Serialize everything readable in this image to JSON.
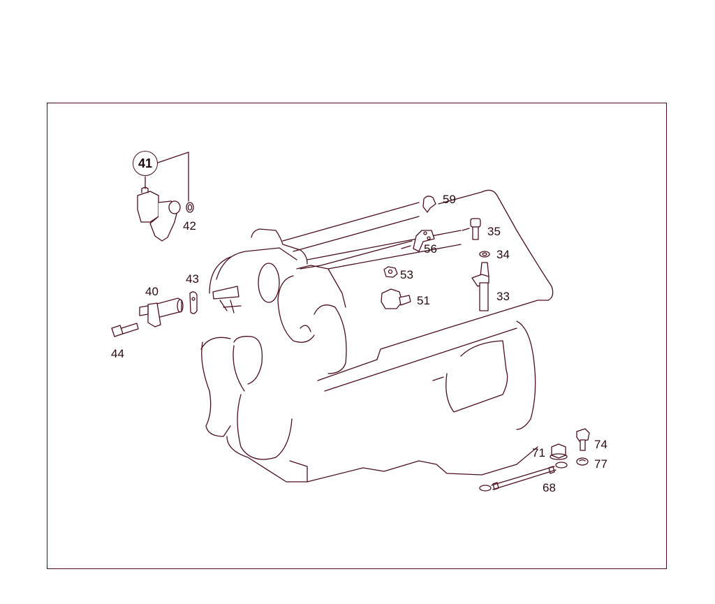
{
  "diagram": {
    "title": "",
    "type": "exploded parts diagram",
    "subject": "engine block with sensors and fasteners",
    "line_color": "#4a0f1c",
    "accent_color": "#d4204a",
    "callouts": [
      {
        "id": "41",
        "label": "41",
        "circled": true,
        "part": "camshaft position sensor"
      },
      {
        "id": "42",
        "label": "42",
        "part": "sealing ring"
      },
      {
        "id": "40",
        "label": "40",
        "part": "crankshaft position sensor"
      },
      {
        "id": "43",
        "label": "43",
        "part": "gasket"
      },
      {
        "id": "44",
        "label": "44",
        "part": "bolt"
      },
      {
        "id": "59",
        "label": "59",
        "part": "clip"
      },
      {
        "id": "35",
        "label": "35",
        "part": "bolt"
      },
      {
        "id": "56",
        "label": "56",
        "part": "bracket"
      },
      {
        "id": "34",
        "label": "34",
        "part": "washer"
      },
      {
        "id": "53",
        "label": "53",
        "part": "nut"
      },
      {
        "id": "33",
        "label": "33",
        "part": "sensor"
      },
      {
        "id": "51",
        "label": "51",
        "part": "knock sensor"
      },
      {
        "id": "74",
        "label": "74",
        "part": "bolt"
      },
      {
        "id": "71",
        "label": "71",
        "part": "nut"
      },
      {
        "id": "77",
        "label": "77",
        "part": "spring washer"
      },
      {
        "id": "68",
        "label": "68",
        "part": "ground strap"
      }
    ]
  }
}
